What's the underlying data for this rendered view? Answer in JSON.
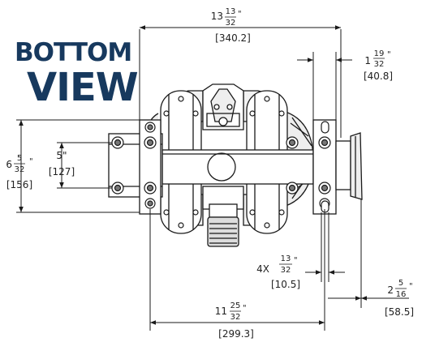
{
  "view_title": {
    "line1": "BOTTOM",
    "line2": "VIEW"
  },
  "colors": {
    "title": "#17395e",
    "line": "#1a1a1a",
    "part_fill": "#e8e8e8",
    "part_dark": "#9a9a9a"
  },
  "dimensions": {
    "overall_width": {
      "whole": "13",
      "num": "13",
      "den": "32",
      "unit": "\"",
      "metric": "[340.2]"
    },
    "flange_width": {
      "whole": "1",
      "num": "19",
      "den": "32",
      "unit": "\"",
      "metric": "[40.8]"
    },
    "overall_depth": {
      "whole": "6",
      "num": "5",
      "den": "32",
      "unit": "\"",
      "metric": "[156]"
    },
    "bolt_spacing_v": {
      "whole": "5\"",
      "metric": "[127]"
    },
    "slot_width": {
      "prefix": "4X",
      "num": "13",
      "den": "32",
      "unit": "\"",
      "metric": "[10.5]"
    },
    "mount_span": {
      "whole": "11",
      "num": "25",
      "den": "32",
      "unit": "\"",
      "metric": "[299.3]"
    },
    "offset_right": {
      "whole": "2",
      "num": "5",
      "den": "16",
      "unit": "\"",
      "metric": "[58.5]"
    }
  }
}
